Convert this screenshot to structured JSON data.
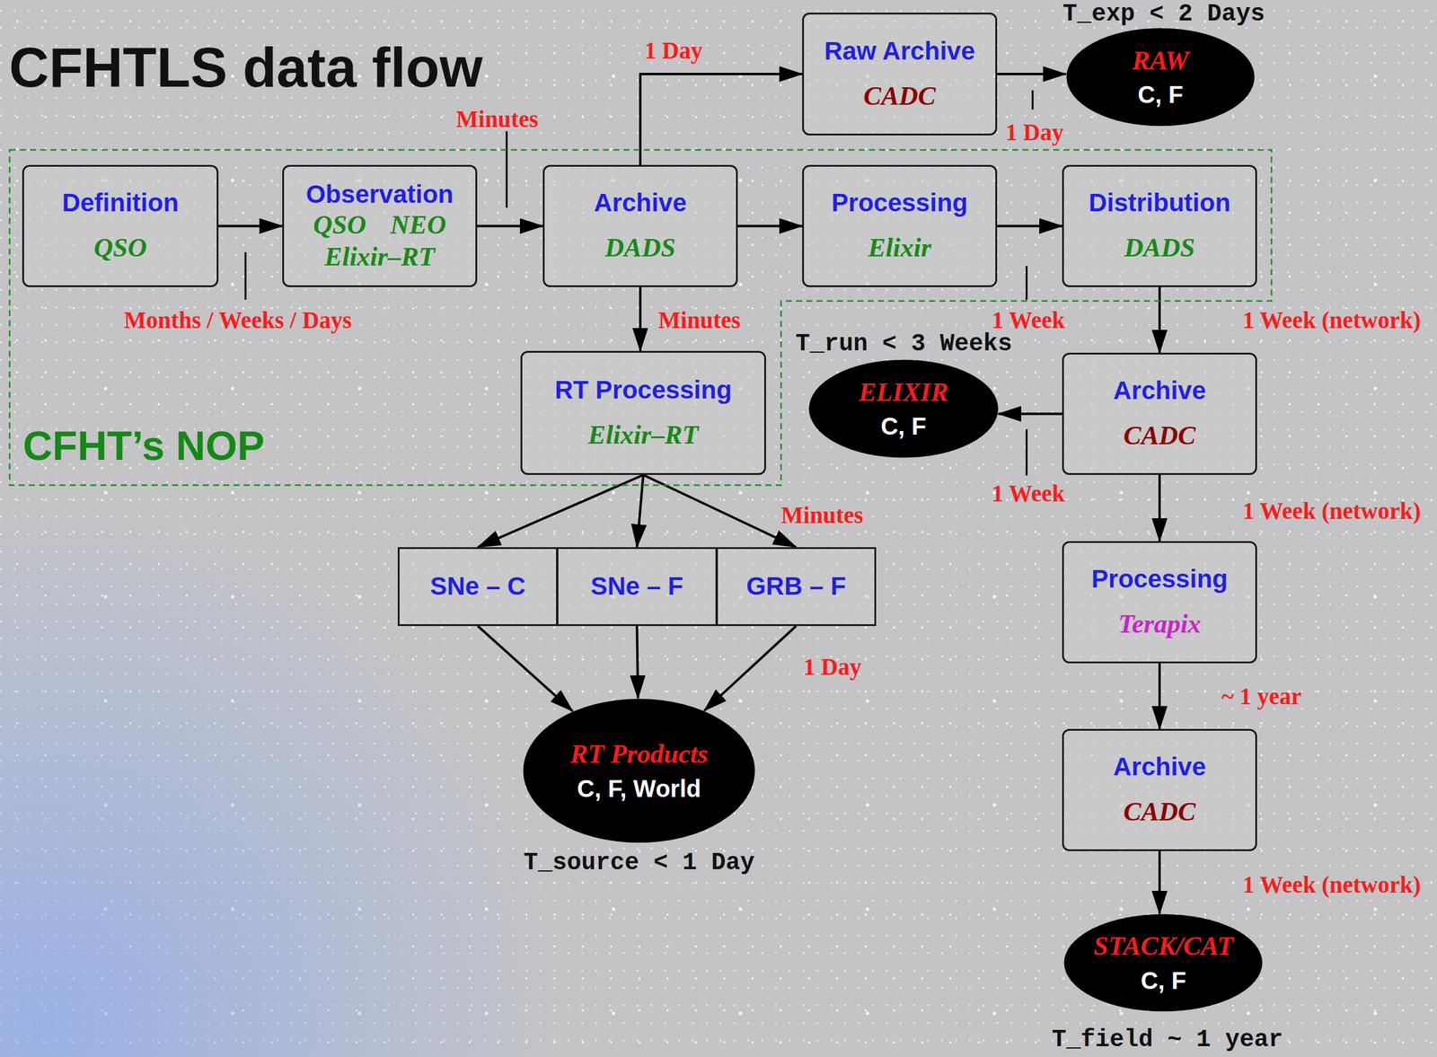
{
  "diagram": {
    "title": "CFHTLS data flow",
    "nodes": [
      {
        "text": [
          "Raw Archive",
          "CADC"
        ]
      },
      {
        "text": [
          "RAW",
          "C, F"
        ]
      },
      {
        "text": [
          "CFHT’s NOP"
        ]
      },
      {
        "text": [
          "Definition",
          "QSO"
        ],
        "in": 2
      },
      {
        "text": [
          "Observation",
          "QSO",
          "NEO",
          "Elixir–RT"
        ],
        "in": 2
      },
      {
        "text": [
          "Archive",
          "DADS"
        ],
        "in": 2
      },
      {
        "text": [
          "Processing",
          "Elixir"
        ],
        "in": 2
      },
      {
        "text": [
          "Distribution",
          "DADS"
        ],
        "in": 2
      },
      {
        "text": [
          "RT Processing",
          "Elixir–RT"
        ],
        "in": 2
      },
      {
        "text": [
          "ELIXIR",
          "C, F"
        ]
      },
      {
        "text": [
          "Archive",
          "CADC"
        ]
      },
      {
        "text": [
          "SNe – C"
        ]
      },
      {
        "text": [
          "SNe – F"
        ]
      },
      {
        "text": [
          "GRB – F"
        ]
      },
      {
        "text": [
          "Processing",
          "Terapix"
        ]
      },
      {
        "text": [
          "RT Products",
          "C, F, World"
        ]
      },
      {
        "text": [
          "Archive",
          "CADC"
        ]
      },
      {
        "text": [
          "STACK/CAT",
          "C, F"
        ]
      }
    ],
    "edges": [
      {
        "from": 3,
        "to": 4,
        "arrow": "to",
        "label": "Months / Weeks / Days"
      },
      {
        "from": 4,
        "to": 5,
        "arrow": "to",
        "label": "Minutes"
      },
      {
        "from": 5,
        "to": 0,
        "arrow": "to",
        "label": "1 Day"
      },
      {
        "from": 0,
        "to": 1,
        "arrow": "to",
        "label": "1 Day"
      },
      {
        "from": 5,
        "to": 6,
        "arrow": "to"
      },
      {
        "from": 6,
        "to": 7,
        "arrow": "to",
        "label": "1 Week"
      },
      {
        "from": 5,
        "to": 8,
        "arrow": "to",
        "label": "Minutes"
      },
      {
        "from": 7,
        "to": 10,
        "arrow": "to",
        "label": "1 Week (network)"
      },
      {
        "from": 10,
        "to": 9,
        "arrow": "to",
        "label": "1 Week"
      },
      {
        "from": 10,
        "to": 14,
        "arrow": "to",
        "label": "1 Week (network)"
      },
      {
        "from": 14,
        "to": 16,
        "arrow": "to",
        "label": "~ 1 year"
      },
      {
        "from": 16,
        "to": 17,
        "arrow": "to",
        "label": "1 Week (network)"
      },
      {
        "from": 8,
        "to": 11,
        "arrow": "to"
      },
      {
        "from": 8,
        "to": 12,
        "arrow": "to"
      },
      {
        "from": 8,
        "to": 13,
        "arrow": "to",
        "label": "Minutes"
      },
      {
        "from": 11,
        "to": 15,
        "arrow": "to"
      },
      {
        "from": 12,
        "to": 15,
        "arrow": "to"
      },
      {
        "from": 13,
        "to": 15,
        "arrow": "to",
        "label": "1 Day"
      }
    ],
    "labels": [
      "T_exp < 2 Days",
      "T_run < 3 Weeks",
      "T_source < 1 Day",
      "T_field ~ 1 year"
    ]
  }
}
